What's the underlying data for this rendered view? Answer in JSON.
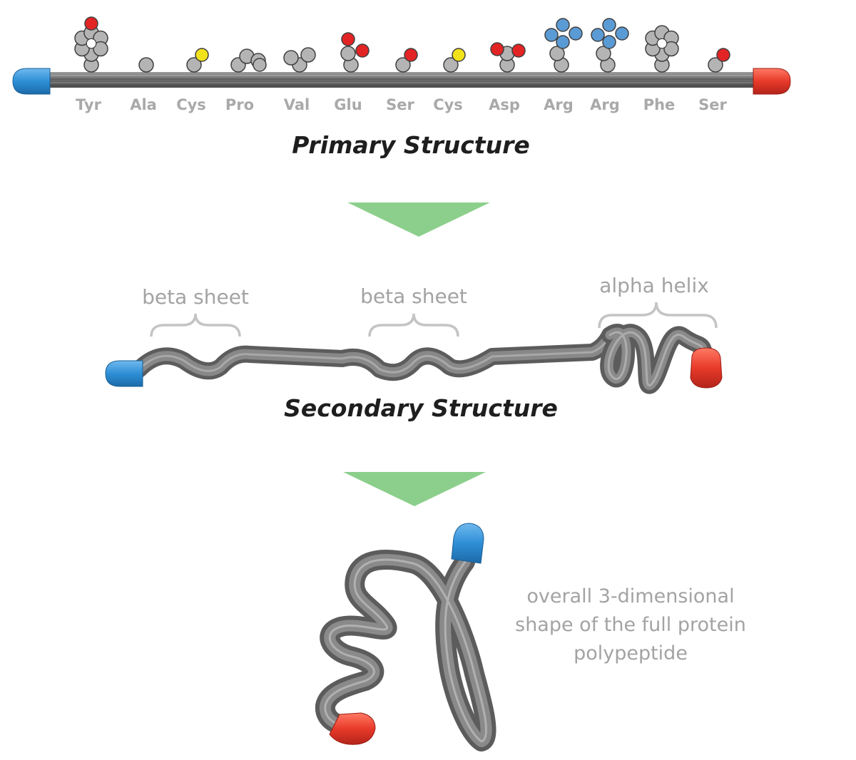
{
  "primary": {
    "title": "Primary Structure",
    "amino_acids": [
      {
        "name": "Tyr",
        "type": "ring-top"
      },
      {
        "name": "Ala",
        "type": "small"
      },
      {
        "name": "Cys",
        "type": "yellow"
      },
      {
        "name": "Pro",
        "type": "pro"
      },
      {
        "name": "Val",
        "type": "val"
      },
      {
        "name": "Glu",
        "type": "glu"
      },
      {
        "name": "Ser",
        "type": "red"
      },
      {
        "name": "Cys",
        "type": "yellow"
      },
      {
        "name": "Asp",
        "type": "asp"
      },
      {
        "name": "Arg",
        "type": "arg"
      },
      {
        "name": "Arg",
        "type": "arg"
      },
      {
        "name": "Phe",
        "type": "ring"
      },
      {
        "name": "Ser",
        "type": "red"
      }
    ]
  },
  "secondary": {
    "title": "Secondary Structure",
    "labels": [
      "beta sheet",
      "beta sheet",
      "alpha helix"
    ]
  },
  "tertiary": {
    "description_lines": [
      "overall 3-dimensional",
      "shape of the full protein",
      "polypeptide"
    ]
  },
  "colors": {
    "n_terminus": "#2e8fd6",
    "c_terminus": "#e83a2a",
    "chain": "#6f6f6f",
    "arrow": "#8ccf8c",
    "residue": "#b4b4b4",
    "atom_red": "#e22424",
    "atom_yellow": "#f2e21a",
    "atom_blue": "#5b9bd5"
  }
}
